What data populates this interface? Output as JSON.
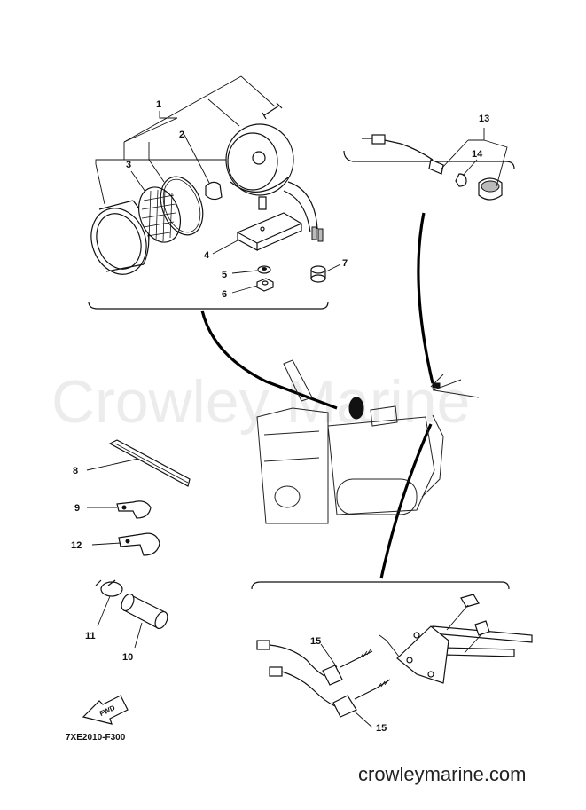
{
  "diagram": {
    "watermark": "Crowley Marine",
    "drawing_code": "7XE2010-F300",
    "site": "crowleymarine.com",
    "fwd_label": "FWD",
    "callouts": {
      "c1": "1",
      "c2": "2",
      "c3": "3",
      "c4": "4",
      "c5": "5",
      "c6": "6",
      "c7": "7",
      "c8": "8",
      "c9": "9",
      "c10": "10",
      "c11": "11",
      "c12": "12",
      "c13": "13",
      "c14": "14",
      "c15a": "15",
      "c15b": "15"
    }
  }
}
